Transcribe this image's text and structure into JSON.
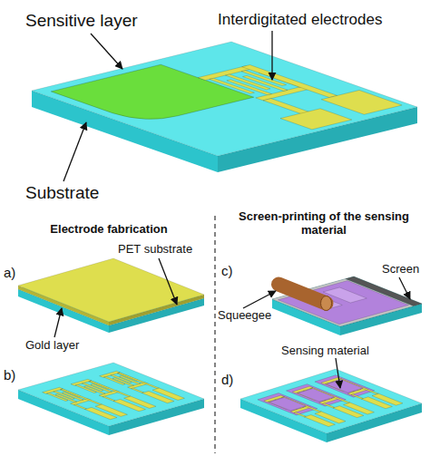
{
  "diagram": {
    "labels": [
      "Sensitive layer",
      "Interdigitated electrodes",
      "Substrate",
      "Electrode fabrication",
      "Screen-printing of the sensing material",
      "a)",
      "PET substrate",
      "Gold layer",
      "c)",
      "Squeegee",
      "Screen",
      "Sensing material",
      "b)",
      "d)"
    ]
  }
}
